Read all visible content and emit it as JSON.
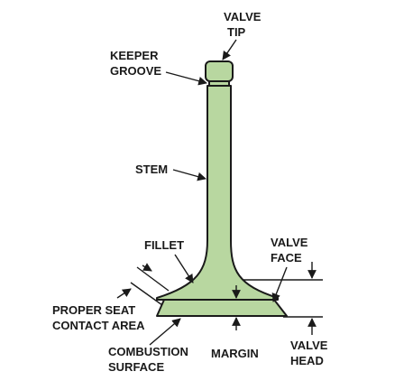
{
  "diagram": {
    "labels": {
      "valve_tip": [
        "VALVE",
        "TIP"
      ],
      "keeper_groove": [
        "KEEPER",
        "GROOVE"
      ],
      "stem": "STEM",
      "fillet": "FILLET",
      "valve_face": [
        "VALVE",
        "FACE"
      ],
      "proper_seat": [
        "PROPER SEAT",
        "CONTACT AREA"
      ],
      "combustion_surface": [
        "COMBUSTION",
        "SURFACE"
      ],
      "margin": "MARGIN",
      "valve_head": [
        "VALVE",
        "HEAD"
      ]
    },
    "colors": {
      "valve_fill": "#b8d7a0",
      "outline": "#1a1a1a"
    }
  }
}
